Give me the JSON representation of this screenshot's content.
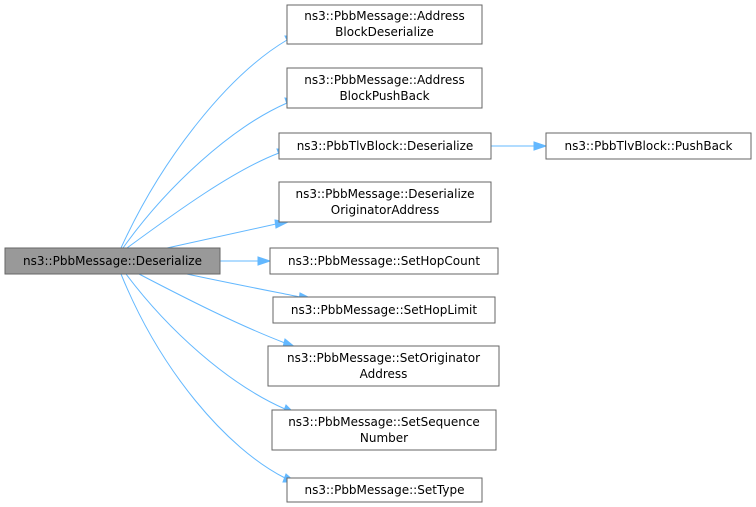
{
  "graph": {
    "root": {
      "lines": [
        "ns3::PbbMessage::Deserialize"
      ]
    },
    "nodes": [
      {
        "id": "n1",
        "lines": [
          "ns3::PbbMessage::Address",
          "BlockDeserialize"
        ]
      },
      {
        "id": "n2",
        "lines": [
          "ns3::PbbMessage::Address",
          "BlockPushBack"
        ]
      },
      {
        "id": "n3",
        "lines": [
          "ns3::PbbTlvBlock::Deserialize"
        ]
      },
      {
        "id": "n4",
        "lines": [
          "ns3::PbbTlvBlock::PushBack"
        ]
      },
      {
        "id": "n5",
        "lines": [
          "ns3::PbbMessage::Deserialize",
          "OriginatorAddress"
        ]
      },
      {
        "id": "n6",
        "lines": [
          "ns3::PbbMessage::SetHopCount"
        ]
      },
      {
        "id": "n7",
        "lines": [
          "ns3::PbbMessage::SetHopLimit"
        ]
      },
      {
        "id": "n8",
        "lines": [
          "ns3::PbbMessage::SetOriginator",
          "Address"
        ]
      },
      {
        "id": "n9",
        "lines": [
          "ns3::PbbMessage::SetSequence",
          "Number"
        ]
      },
      {
        "id": "n10",
        "lines": [
          "ns3::PbbMessage::SetType"
        ]
      }
    ],
    "edges": [
      {
        "from": "root",
        "to": "n1"
      },
      {
        "from": "root",
        "to": "n2"
      },
      {
        "from": "root",
        "to": "n3"
      },
      {
        "from": "n3",
        "to": "n4"
      },
      {
        "from": "root",
        "to": "n5"
      },
      {
        "from": "root",
        "to": "n6"
      },
      {
        "from": "root",
        "to": "n7"
      },
      {
        "from": "root",
        "to": "n8"
      },
      {
        "from": "root",
        "to": "n9"
      },
      {
        "from": "root",
        "to": "n10"
      }
    ]
  },
  "colors": {
    "edge": "#63b8ff",
    "node_border": "#666666",
    "root_fill": "#999999",
    "node_fill": "#ffffff"
  }
}
